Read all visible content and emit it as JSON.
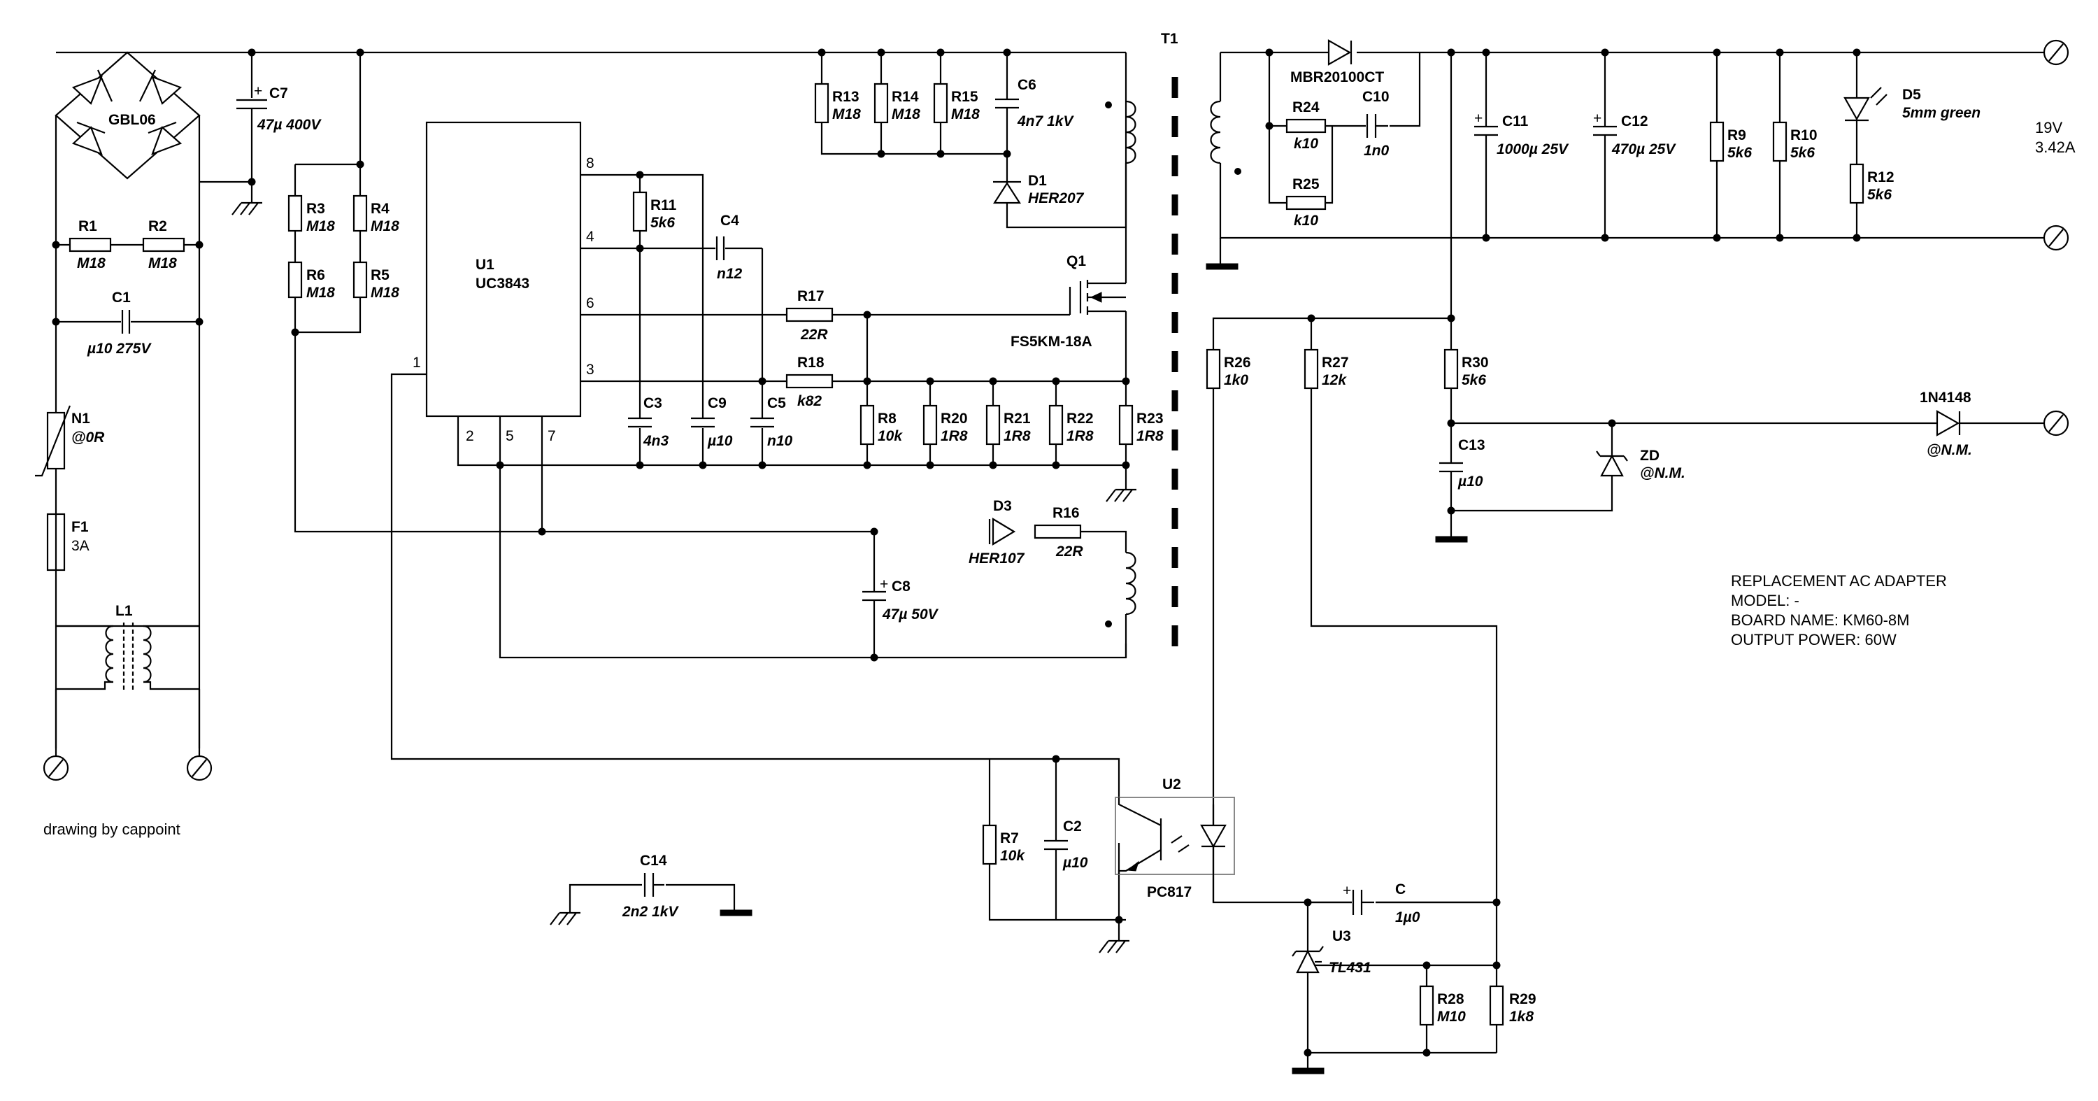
{
  "transformer": "T1",
  "components": {
    "bridge": {
      "ref": "GBL06"
    },
    "c7": {
      "ref": "C7",
      "val": "47µ 400V"
    },
    "r1": {
      "ref": "R1",
      "val": "M18"
    },
    "r2": {
      "ref": "R2",
      "val": "M18"
    },
    "c1": {
      "ref": "C1",
      "val": "µ10 275V"
    },
    "n1": {
      "ref": "N1",
      "val": "@0R"
    },
    "f1": {
      "ref": "F1",
      "val": "3A"
    },
    "l1": {
      "ref": "L1"
    },
    "r3": {
      "ref": "R3",
      "val": "M18"
    },
    "r4": {
      "ref": "R4",
      "val": "M18"
    },
    "r5": {
      "ref": "R5",
      "val": "M18"
    },
    "r6": {
      "ref": "R6",
      "val": "M18"
    },
    "u1": {
      "ref": "U1",
      "val": "UC3843"
    },
    "r11": {
      "ref": "R11",
      "val": "5k6"
    },
    "c4": {
      "ref": "C4",
      "val": "n12"
    },
    "r13": {
      "ref": "R13",
      "val": "M18"
    },
    "r14": {
      "ref": "R14",
      "val": "M18"
    },
    "r15": {
      "ref": "R15",
      "val": "M18"
    },
    "c6": {
      "ref": "C6",
      "val": "4n7 1kV"
    },
    "d1": {
      "ref": "D1",
      "val": "HER207"
    },
    "q1": {
      "ref": "Q1",
      "val": "FS5KM-18A"
    },
    "r17": {
      "ref": "R17",
      "val": "22R"
    },
    "r18": {
      "ref": "R18",
      "val": "k82"
    },
    "c3": {
      "ref": "C3",
      "val": "4n3"
    },
    "c9": {
      "ref": "C9",
      "val": "µ10"
    },
    "c5": {
      "ref": "C5",
      "val": "n10"
    },
    "r8": {
      "ref": "R8",
      "val": "10k"
    },
    "r20": {
      "ref": "R20",
      "val": "1R8"
    },
    "r21": {
      "ref": "R21",
      "val": "1R8"
    },
    "r22": {
      "ref": "R22",
      "val": "1R8"
    },
    "r23": {
      "ref": "R23",
      "val": "1R8"
    },
    "d3": {
      "ref": "D3",
      "val": "HER107"
    },
    "r16": {
      "ref": "R16",
      "val": "22R"
    },
    "c8": {
      "ref": "C8",
      "val": "47µ 50V"
    },
    "r7": {
      "ref": "R7",
      "val": "10k"
    },
    "c2": {
      "ref": "C2",
      "val": "µ10"
    },
    "u2": {
      "ref": "U2",
      "val": "PC817"
    },
    "c14": {
      "ref": "C14",
      "val": "2n2 1kV"
    },
    "d2": {
      "ref": "MBR20100CT"
    },
    "r24": {
      "ref": "R24",
      "val": "k10"
    },
    "c10": {
      "ref": "C10",
      "val": "1n0"
    },
    "r25": {
      "ref": "R25",
      "val": "k10"
    },
    "c11": {
      "ref": "C11",
      "val": "1000µ 25V"
    },
    "c12": {
      "ref": "C12",
      "val": "470µ 25V"
    },
    "r9": {
      "ref": "R9",
      "val": "5k6"
    },
    "r10": {
      "ref": "R10",
      "val": "5k6"
    },
    "d5": {
      "ref": "D5",
      "val": "5mm green"
    },
    "r12": {
      "ref": "R12",
      "val": "5k6"
    },
    "r26": {
      "ref": "R26",
      "val": "1k0"
    },
    "r27": {
      "ref": "R27",
      "val": "12k"
    },
    "r30": {
      "ref": "R30",
      "val": "5k6"
    },
    "c13": {
      "ref": "C13",
      "val": "µ10"
    },
    "zd": {
      "ref": "ZD",
      "val": "@N.M."
    },
    "d4": {
      "ref": "1N4148",
      "val": "@N.M."
    },
    "c": {
      "ref": "C",
      "val": "1µ0"
    },
    "u3": {
      "ref": "U3",
      "val": "TL431"
    },
    "r28": {
      "ref": "R28",
      "val": "M10"
    },
    "r29": {
      "ref": "R29",
      "val": "1k8"
    }
  },
  "u1_pins": {
    "p8": "8",
    "p4": "4",
    "p6": "6",
    "p3": "3",
    "p1": "1",
    "p2": "2",
    "p5": "5",
    "p7": "7"
  },
  "output": {
    "voltage": "19V",
    "current": "3.42A"
  },
  "info": {
    "line1": "REPLACEMENT AC ADAPTER",
    "line2": "MODEL: -",
    "line3": "BOARD NAME: KM60-8M",
    "line4": "OUTPUT POWER: 60W"
  },
  "credit": "drawing by cappoint"
}
